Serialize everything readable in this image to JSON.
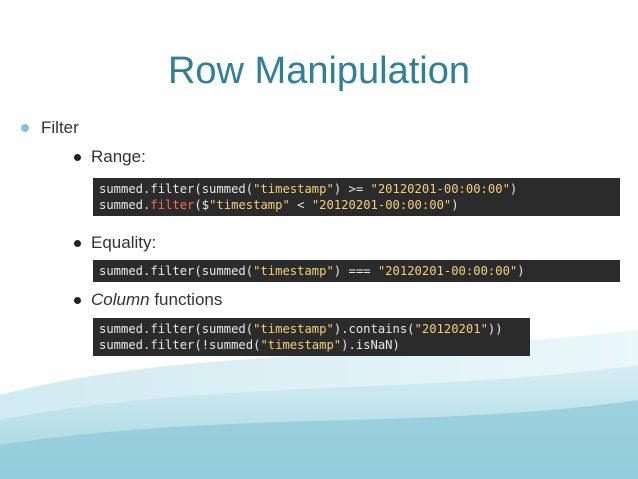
{
  "slide": {
    "title": "Row Manipulation",
    "bullet_l1": "Filter",
    "range_label": "Range:",
    "equality_label": "Equality:",
    "column_label_italic": "Column",
    "column_label_rest": " functions"
  },
  "code": {
    "range": [
      [
        {
          "t": "summed.filter(summed(",
          "c": "txt"
        },
        {
          "t": "\"timestamp\"",
          "c": "str"
        },
        {
          "t": ") >= ",
          "c": "txt"
        },
        {
          "t": "\"20120201-00:00:00\"",
          "c": "str"
        },
        {
          "t": ")",
          "c": "txt"
        }
      ],
      [
        {
          "t": "summed.",
          "c": "txt"
        },
        {
          "t": "filter",
          "c": "fn"
        },
        {
          "t": "($",
          "c": "txt"
        },
        {
          "t": "\"timestamp\"",
          "c": "str"
        },
        {
          "t": " < ",
          "c": "txt"
        },
        {
          "t": "\"20120201-00:00:00\"",
          "c": "str"
        },
        {
          "t": ")",
          "c": "txt"
        }
      ]
    ],
    "equality": [
      [
        {
          "t": "summed.filter(summed(",
          "c": "txt"
        },
        {
          "t": "\"timestamp\"",
          "c": "str"
        },
        {
          "t": ") === ",
          "c": "txt"
        },
        {
          "t": "\"20120201-00:00:00\"",
          "c": "str"
        },
        {
          "t": ")",
          "c": "txt"
        }
      ]
    ],
    "column": [
      [
        {
          "t": "summed.filter(summed(",
          "c": "txt"
        },
        {
          "t": "\"timestamp\"",
          "c": "str"
        },
        {
          "t": ").contains(",
          "c": "txt"
        },
        {
          "t": "\"20120201\"",
          "c": "str"
        },
        {
          "t": "))",
          "c": "txt"
        }
      ],
      [
        {
          "t": "summed.filter(!summed(",
          "c": "txt"
        },
        {
          "t": "\"timestamp\"",
          "c": "str"
        },
        {
          "t": ").isNaN)",
          "c": "txt"
        }
      ]
    ]
  }
}
